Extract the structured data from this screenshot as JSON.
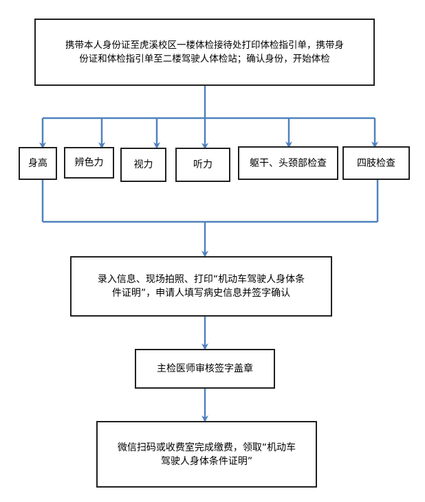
{
  "step1": {
    "line1": "携带本人身份证至虎溪校区一楼体检接待处打印体检指引单，携带身",
    "line2": "份证和体检指引单至二楼驾驶人体检站；确认身份，开始体检"
  },
  "exams": [
    {
      "label": "身高"
    },
    {
      "label": "辨色力"
    },
    {
      "label": "视力"
    },
    {
      "label": "听力"
    },
    {
      "label": "躯干、头颈部检查"
    },
    {
      "label": "四肢检查"
    }
  ],
  "step2": {
    "line1": "录入信息、现场拍照、打印“机动车驾驶人身体条",
    "line2": "件证明”，申请人填写病史信息并签字确认"
  },
  "step3": {
    "label": "主检医师审核签字盖章"
  },
  "step4": {
    "line1": "微信扫码或收费室完成缴费，领取“机动车",
    "line2": "驾驶人身体条件证明”"
  },
  "colors": {
    "arrow": "#4f81bd",
    "border": "#1f1f1f"
  }
}
